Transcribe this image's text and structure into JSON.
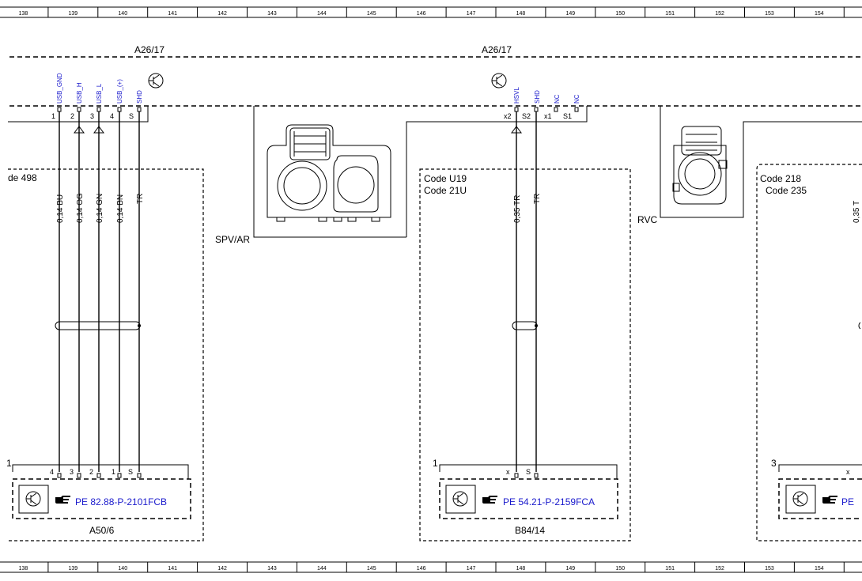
{
  "ruler": [
    "138",
    "139",
    "140",
    "141",
    "142",
    "143",
    "144",
    "145",
    "146",
    "147",
    "148",
    "149",
    "150",
    "151",
    "152",
    "153",
    "154"
  ],
  "modules": {
    "left": "A26/17",
    "right": "A26/17"
  },
  "left_connector": {
    "signals": [
      "USB_GND",
      "USB_H",
      "USB_L",
      "USB_(+)",
      "SHD"
    ],
    "pins": [
      "1",
      "2",
      "3",
      "4",
      "S"
    ]
  },
  "right_connector": {
    "signals": [
      "HSVL",
      "SHD",
      "NC",
      "NC"
    ],
    "pins": [
      "x2",
      "S2",
      "x1",
      "S1"
    ]
  },
  "boxes": {
    "left_label": "de 498",
    "mid_code1": "Code U19",
    "mid_code2": "Code 21U",
    "right_code1": "Code 218",
    "right_code2": "Code 235"
  },
  "wires": {
    "left": [
      "0,14 BU",
      "0,14 OG",
      "0,14 GN",
      "0,14 BN",
      "TR"
    ],
    "mid": [
      "0,35 TR",
      "TR"
    ],
    "right_partial": "0,35 T"
  },
  "connectors": {
    "spv": "SPV/AR",
    "rvc": "RVC"
  },
  "components": {
    "a50_corner": "1",
    "a50_pins": [
      "4",
      "3",
      "2",
      "1",
      "S"
    ],
    "a50_link": "PE 82.88-P-2101FCB",
    "a50_name": "A50/6",
    "b84_corner": "1",
    "b84_pins": [
      "x",
      "S"
    ],
    "b84_link": "PE 54.21-P-2159FCA",
    "b84_name": "B84/14",
    "right_corner": "3",
    "right_pin": "x",
    "right_link": "PE"
  },
  "icons": [
    "transistor-symbol-icon",
    "pointing-hand-icon",
    "connector-housing-icon"
  ]
}
